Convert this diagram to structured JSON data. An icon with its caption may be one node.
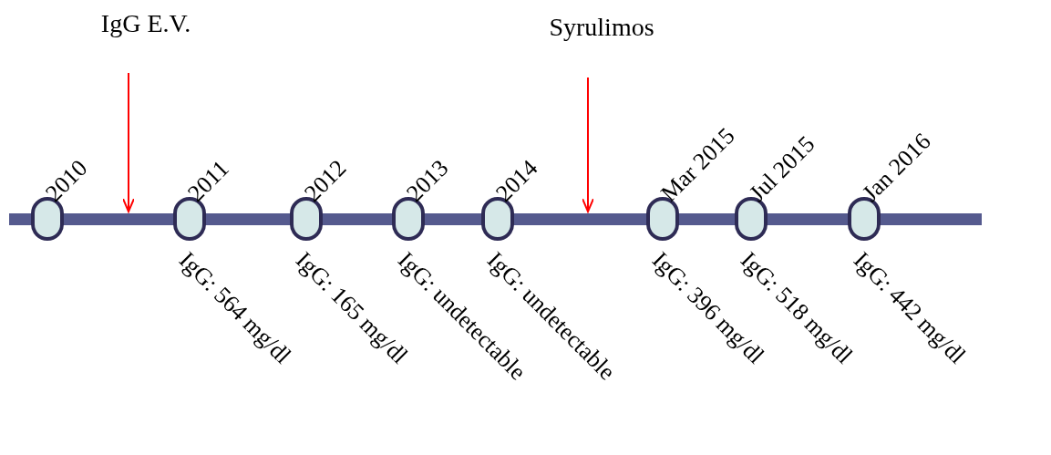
{
  "diagram": {
    "nodes": [
      {
        "text": [],
        "shape": "bar"
      },
      {
        "text": [],
        "shape": "circle",
        "beside": [
          "2010"
        ]
      },
      {
        "text": [],
        "shape": "circle",
        "beside": [
          "2011",
          "IgG: 564 mg/dl"
        ]
      },
      {
        "text": [],
        "shape": "circle",
        "beside": [
          "2012",
          "IgG: 165 mg/dl"
        ]
      },
      {
        "text": [],
        "shape": "circle",
        "beside": [
          "2013",
          "IgG: undetectable"
        ]
      },
      {
        "text": [],
        "shape": "circle",
        "beside": [
          "2014",
          "IgG: undetectable"
        ]
      },
      {
        "text": [],
        "shape": "circle",
        "beside": [
          "Mar 2015",
          "IgG: 396 mg/dl"
        ]
      },
      {
        "text": [],
        "shape": "circle",
        "beside": [
          "Jul 2015",
          "IgG: 518 mg/dl"
        ]
      },
      {
        "text": [],
        "shape": "circle",
        "beside": [
          "Jan 2016",
          "IgG: 442 mg/dl"
        ]
      },
      {
        "text": [
          "IgG E.V."
        ]
      },
      {
        "text": [
          "Syrulimos"
        ]
      }
    ],
    "edges": [
      {
        "from": 9,
        "to": 0,
        "arrow": "to"
      },
      {
        "from": 10,
        "to": 0,
        "arrow": "to"
      }
    ]
  }
}
